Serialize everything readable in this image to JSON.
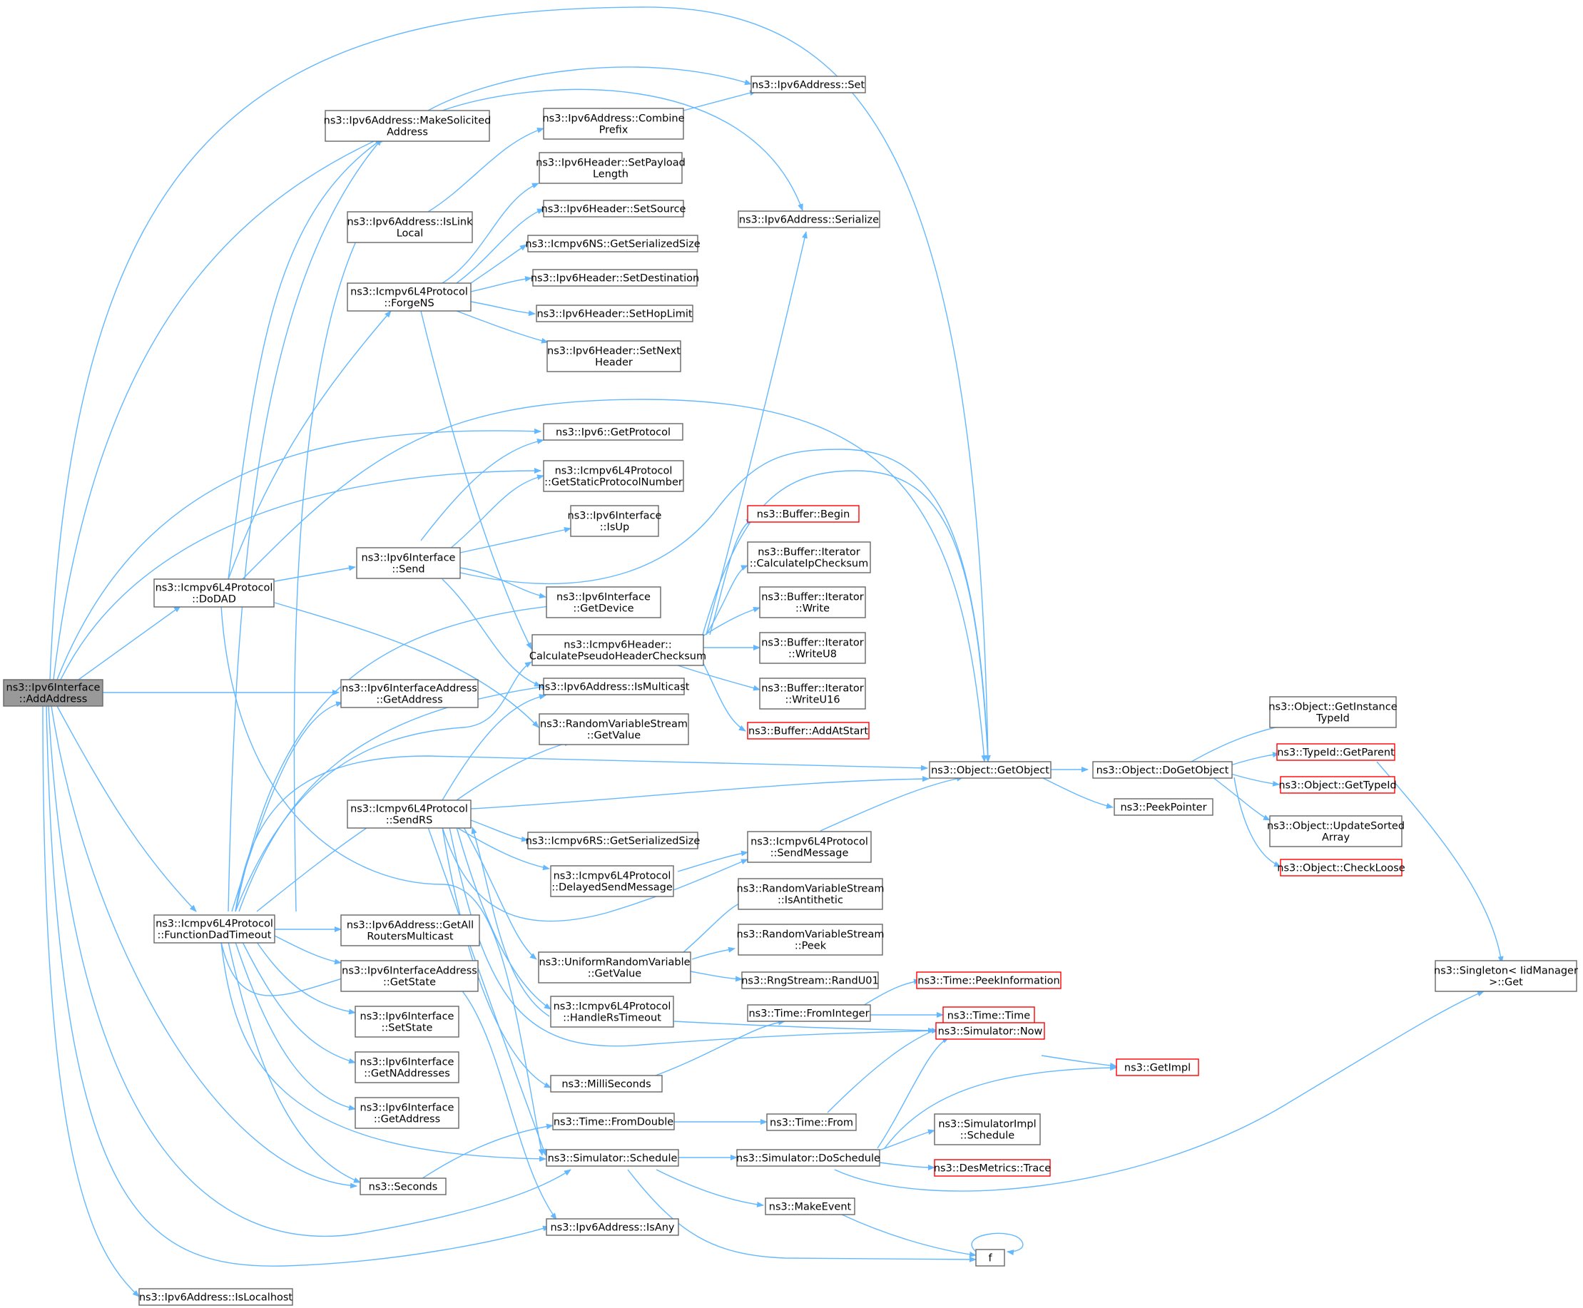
{
  "colors": {
    "edge": "#63b8ff",
    "node_border": "#666666",
    "node_fill": "#ffffff",
    "root_fill": "#999999",
    "root_border": "#666666",
    "truncated_border": "#ff0000",
    "text": "#000000"
  },
  "nodes": [
    {
      "id": "root",
      "lines": [
        "ns3::Ipv6Interface",
        "::AddAddress"
      ],
      "kind": "root"
    },
    {
      "id": "makesolicited",
      "lines": [
        "ns3::Ipv6Address::MakeSolicited",
        "Address"
      ],
      "kind": "normal"
    },
    {
      "id": "combineprefix",
      "lines": [
        "ns3::Ipv6Address::Combine",
        "Prefix"
      ],
      "kind": "normal"
    },
    {
      "id": "ipv6set",
      "lines": [
        "ns3::Ipv6Address::Set"
      ],
      "kind": "normal"
    },
    {
      "id": "setpayload",
      "lines": [
        "ns3::Ipv6Header::SetPayload",
        "Length"
      ],
      "kind": "normal"
    },
    {
      "id": "islinklocal",
      "lines": [
        "ns3::Ipv6Address::IsLink",
        "Local"
      ],
      "kind": "normal"
    },
    {
      "id": "setsource",
      "lines": [
        "ns3::Ipv6Header::SetSource"
      ],
      "kind": "normal"
    },
    {
      "id": "serialize",
      "lines": [
        "ns3::Ipv6Address::Serialize"
      ],
      "kind": "normal"
    },
    {
      "id": "nsserialized",
      "lines": [
        "ns3::Icmpv6NS::GetSerializedSize"
      ],
      "kind": "normal"
    },
    {
      "id": "forgens",
      "lines": [
        "ns3::Icmpv6L4Protocol",
        "::ForgeNS"
      ],
      "kind": "normal"
    },
    {
      "id": "setdest",
      "lines": [
        "ns3::Ipv6Header::SetDestination"
      ],
      "kind": "normal"
    },
    {
      "id": "sethop",
      "lines": [
        "ns3::Ipv6Header::SetHopLimit"
      ],
      "kind": "normal"
    },
    {
      "id": "setnext",
      "lines": [
        "ns3::Ipv6Header::SetNext",
        "Header"
      ],
      "kind": "normal"
    },
    {
      "id": "getprotocol",
      "lines": [
        "ns3::Ipv6::GetProtocol"
      ],
      "kind": "normal"
    },
    {
      "id": "staticproto",
      "lines": [
        "ns3::Icmpv6L4Protocol",
        "::GetStaticProtocolNumber"
      ],
      "kind": "normal"
    },
    {
      "id": "isup",
      "lines": [
        "ns3::Ipv6Interface",
        "::IsUp"
      ],
      "kind": "normal"
    },
    {
      "id": "bufbegin",
      "lines": [
        "ns3::Buffer::Begin"
      ],
      "kind": "truncated"
    },
    {
      "id": "ipsend",
      "lines": [
        "ns3::Ipv6Interface",
        "::Send"
      ],
      "kind": "normal"
    },
    {
      "id": "calcipchk",
      "lines": [
        "ns3::Buffer::Iterator",
        "::CalculateIpChecksum"
      ],
      "kind": "normal"
    },
    {
      "id": "dodad",
      "lines": [
        "ns3::Icmpv6L4Protocol",
        "::DoDAD"
      ],
      "kind": "normal"
    },
    {
      "id": "getdevice",
      "lines": [
        "ns3::Ipv6Interface",
        "::GetDevice"
      ],
      "kind": "normal"
    },
    {
      "id": "itwrite",
      "lines": [
        "ns3::Buffer::Iterator",
        "::Write"
      ],
      "kind": "normal"
    },
    {
      "id": "calcpseudo",
      "lines": [
        "ns3::Icmpv6Header::",
        "CalculatePseudoHeaderChecksum"
      ],
      "kind": "normal"
    },
    {
      "id": "itwriteu8",
      "lines": [
        "ns3::Buffer::Iterator",
        "::WriteU8"
      ],
      "kind": "normal"
    },
    {
      "id": "ifaddrgetaddr",
      "lines": [
        "ns3::Ipv6InterfaceAddress",
        "::GetAddress"
      ],
      "kind": "normal"
    },
    {
      "id": "ismulticast",
      "lines": [
        "ns3::Ipv6Address::IsMulticast"
      ],
      "kind": "normal"
    },
    {
      "id": "itwriteu16",
      "lines": [
        "ns3::Buffer::Iterator",
        "::WriteU16"
      ],
      "kind": "normal"
    },
    {
      "id": "rvsgetvalue",
      "lines": [
        "ns3::RandomVariableStream",
        "::GetValue"
      ],
      "kind": "normal"
    },
    {
      "id": "addatstart",
      "lines": [
        "ns3::Buffer::AddAtStart"
      ],
      "kind": "truncated"
    },
    {
      "id": "getinstancetypeid",
      "lines": [
        "ns3::Object::GetInstance",
        "TypeId"
      ],
      "kind": "normal"
    },
    {
      "id": "getparent",
      "lines": [
        "ns3::TypeId::GetParent"
      ],
      "kind": "truncated"
    },
    {
      "id": "getobject",
      "lines": [
        "ns3::Object::GetObject"
      ],
      "kind": "normal"
    },
    {
      "id": "dogetobject",
      "lines": [
        "ns3::Object::DoGetObject"
      ],
      "kind": "normal"
    },
    {
      "id": "sendrs",
      "lines": [
        "ns3::Icmpv6L4Protocol",
        "::SendRS"
      ],
      "kind": "normal"
    },
    {
      "id": "peekpointer",
      "lines": [
        "ns3::PeekPointer"
      ],
      "kind": "normal"
    },
    {
      "id": "gettypeid",
      "lines": [
        "ns3::Object::GetTypeId"
      ],
      "kind": "truncated"
    },
    {
      "id": "rsserialized",
      "lines": [
        "ns3::Icmpv6RS::GetSerializedSize"
      ],
      "kind": "normal"
    },
    {
      "id": "sendmessage",
      "lines": [
        "ns3::Icmpv6L4Protocol",
        "::SendMessage"
      ],
      "kind": "normal"
    },
    {
      "id": "updatesorted",
      "lines": [
        "ns3::Object::UpdateSorted",
        "Array"
      ],
      "kind": "normal"
    },
    {
      "id": "delayedsend",
      "lines": [
        "ns3::Icmpv6L4Protocol",
        "::DelayedSendMessage"
      ],
      "kind": "normal"
    },
    {
      "id": "checkloose",
      "lines": [
        "ns3::Object::CheckLoose"
      ],
      "kind": "truncated"
    },
    {
      "id": "isantithetic",
      "lines": [
        "ns3::RandomVariableStream",
        "::IsAntithetic"
      ],
      "kind": "normal"
    },
    {
      "id": "functiondad",
      "lines": [
        "ns3::Icmpv6L4Protocol",
        "::FunctionDadTimeout"
      ],
      "kind": "normal"
    },
    {
      "id": "getallrouters",
      "lines": [
        "ns3::Ipv6Address::GetAll",
        "RoutersMulticast"
      ],
      "kind": "normal"
    },
    {
      "id": "rvspeek",
      "lines": [
        "ns3::RandomVariableStream",
        "::Peek"
      ],
      "kind": "normal"
    },
    {
      "id": "urvgetvalue",
      "lines": [
        "ns3::UniformRandomVariable",
        "::GetValue"
      ],
      "kind": "normal"
    },
    {
      "id": "ifaddrgetstate",
      "lines": [
        "ns3::Ipv6InterfaceAddress",
        "::GetState"
      ],
      "kind": "normal"
    },
    {
      "id": "randu01",
      "lines": [
        "ns3::RngStream::RandU01"
      ],
      "kind": "normal"
    },
    {
      "id": "singletonget",
      "lines": [
        "ns3::Singleton< IidManager",
        " >::Get"
      ],
      "kind": "normal"
    },
    {
      "id": "peekinfo",
      "lines": [
        "ns3::Time::PeekInformation"
      ],
      "kind": "truncated"
    },
    {
      "id": "handlers",
      "lines": [
        "ns3::Icmpv6L4Protocol",
        "::HandleRsTimeout"
      ],
      "kind": "normal"
    },
    {
      "id": "fromint",
      "lines": [
        "ns3::Time::FromInteger"
      ],
      "kind": "normal"
    },
    {
      "id": "ifsetstate",
      "lines": [
        "ns3::Ipv6Interface",
        "::SetState"
      ],
      "kind": "normal"
    },
    {
      "id": "timetime",
      "lines": [
        "ns3::Time::Time"
      ],
      "kind": "truncated"
    },
    {
      "id": "simnow",
      "lines": [
        "ns3::Simulator::Now"
      ],
      "kind": "truncated"
    },
    {
      "id": "getnaddr",
      "lines": [
        "ns3::Ipv6Interface",
        "::GetNAddresses"
      ],
      "kind": "normal"
    },
    {
      "id": "getimpl",
      "lines": [
        "ns3::GetImpl"
      ],
      "kind": "truncated"
    },
    {
      "id": "milliseconds",
      "lines": [
        "ns3::MilliSeconds"
      ],
      "kind": "normal"
    },
    {
      "id": "ifgetaddress",
      "lines": [
        "ns3::Ipv6Interface",
        "::GetAddress"
      ],
      "kind": "normal"
    },
    {
      "id": "fromdouble",
      "lines": [
        "ns3::Time::FromDouble"
      ],
      "kind": "normal"
    },
    {
      "id": "timefrom",
      "lines": [
        "ns3::Time::From"
      ],
      "kind": "normal"
    },
    {
      "id": "simimplschedule",
      "lines": [
        "ns3::SimulatorImpl",
        "::Schedule"
      ],
      "kind": "normal"
    },
    {
      "id": "simschedule",
      "lines": [
        "ns3::Simulator::Schedule"
      ],
      "kind": "normal"
    },
    {
      "id": "doschedule",
      "lines": [
        "ns3::Simulator::DoSchedule"
      ],
      "kind": "normal"
    },
    {
      "id": "desmetrics",
      "lines": [
        "ns3::DesMetrics::Trace"
      ],
      "kind": "truncated"
    },
    {
      "id": "seconds",
      "lines": [
        "ns3::Seconds"
      ],
      "kind": "normal"
    },
    {
      "id": "makeevent",
      "lines": [
        "ns3::MakeEvent"
      ],
      "kind": "normal"
    },
    {
      "id": "isany",
      "lines": [
        "ns3::Ipv6Address::IsAny"
      ],
      "kind": "normal"
    },
    {
      "id": "f",
      "lines": [
        "f"
      ],
      "kind": "normal"
    },
    {
      "id": "islocalhost",
      "lines": [
        "ns3::Ipv6Address::IsLocalhost"
      ],
      "kind": "normal"
    }
  ]
}
